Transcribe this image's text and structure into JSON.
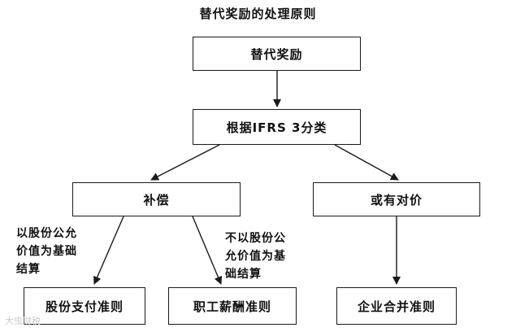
{
  "diagram": {
    "title": "替代奖励的处理原则",
    "nodes": {
      "root": "替代奖励",
      "classify": "根据IFRS 3分类",
      "compensation": "补偿",
      "consideration": "或有对价",
      "share_payment": "股份支付准则",
      "employee_pay": "职工薪酬准则",
      "business_combination": "企业合并准则"
    },
    "edge_labels": {
      "share_based": [
        "以股份公允",
        "价值为基础",
        "结算"
      ],
      "non_share_based": [
        "不以股份公",
        "允价值为基",
        "础结算"
      ]
    },
    "watermark": "大虫财税"
  }
}
